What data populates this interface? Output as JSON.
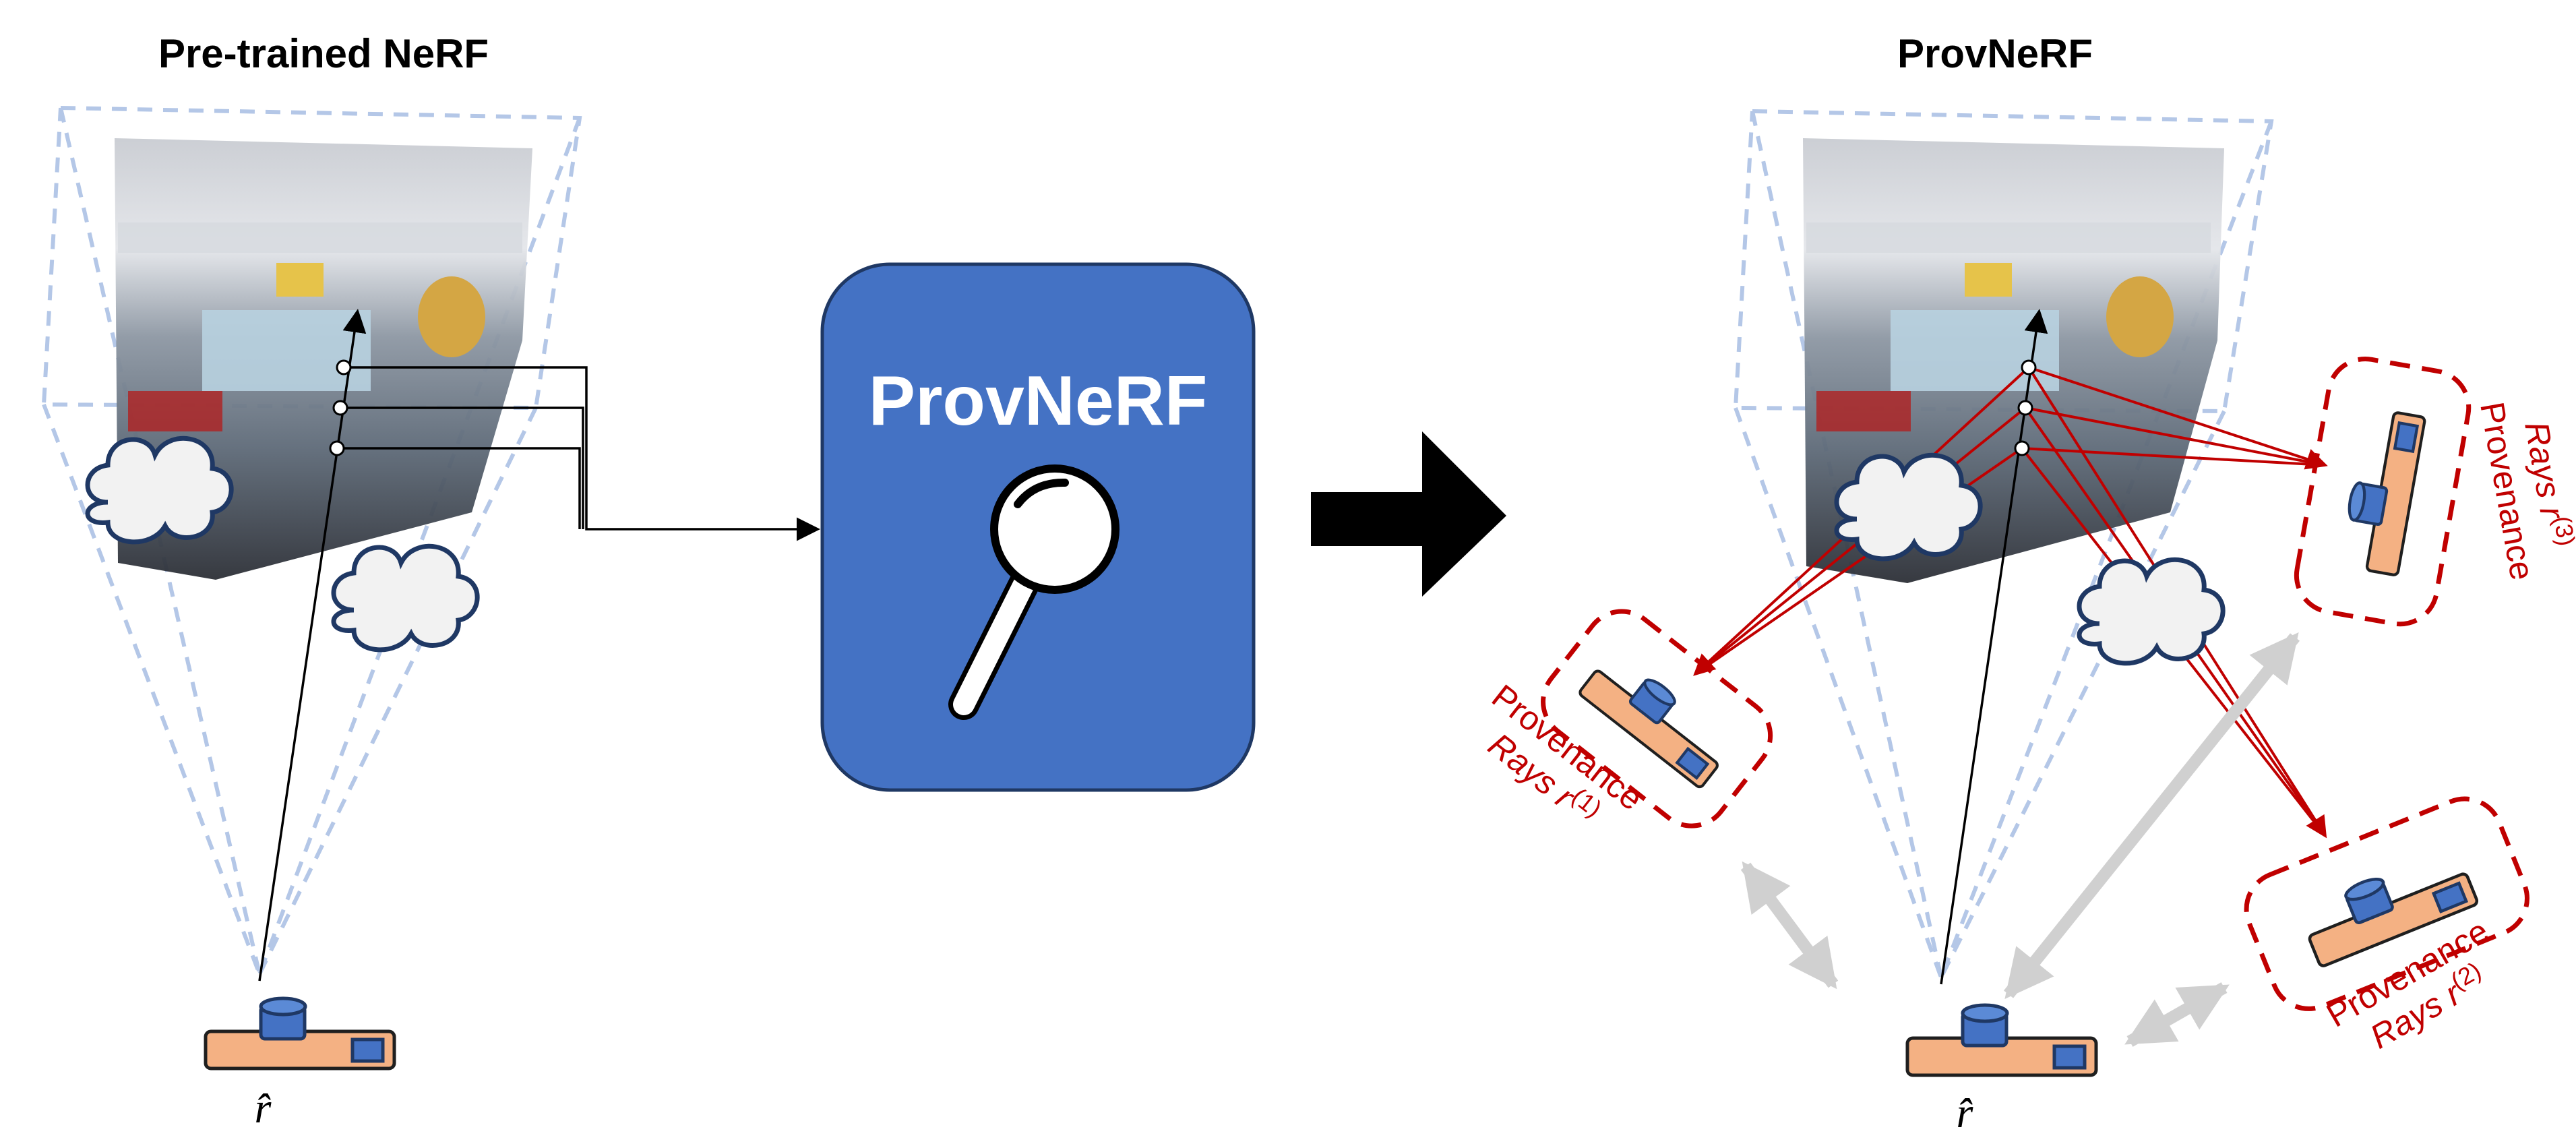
{
  "titles": {
    "left": "Pre-trained NeRF",
    "right": "ProvNeRF"
  },
  "center_box": {
    "label": "ProvNeRF",
    "color": "#4472c4",
    "icon": "magnifier-icon"
  },
  "camera_label": "r̂",
  "provenance": [
    {
      "line1": "Provenance",
      "line2": "Rays r",
      "superscript": "(1)"
    },
    {
      "line1": "Provenance",
      "line2": "Rays r",
      "superscript": "(2)"
    },
    {
      "line1": "Provenance",
      "line2": "Rays r",
      "superscript": "(3)"
    }
  ],
  "colors": {
    "camera_body": "#f4b183",
    "camera_lens": "#4472c4",
    "provenance_red": "#c00000",
    "frustum": "#b4c7e7",
    "swap_arrow": "#d0d0d0"
  }
}
